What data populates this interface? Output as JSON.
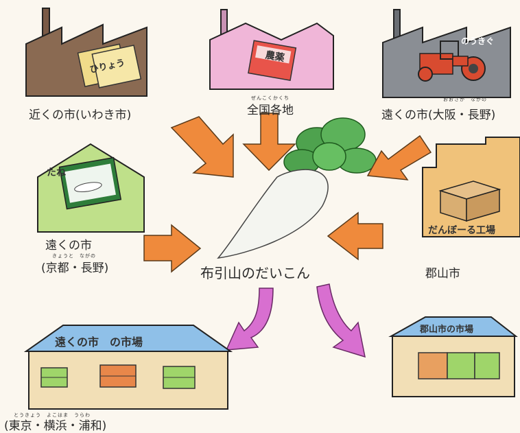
{
  "labels": {
    "top_left": "近くの市(いわき市)",
    "top_center": "全国各地",
    "top_center_ruby": "ぜんこくかくち",
    "top_right": "遠くの市(大阪・長野)",
    "top_right_ruby": "おおさか　ながの",
    "mid_left_line1": "遠くの市",
    "mid_left_line2": "(京都・長野)",
    "mid_left_ruby": "きょうと　ながの",
    "center": "布引山のだいこん",
    "mid_right": "郡山市",
    "bottom_left": "(東京・横浜・浦和)",
    "bottom_left_ruby": "とうきょう　よこはま　うらわ"
  },
  "signs": {
    "fertilizer_bag": "ひりょう",
    "pesticide_bag": "農薬",
    "tractor": "のうきぐ",
    "seeds": "たね",
    "cardboard_factory": "だんぼーる工場",
    "far_market": "遠くの市　の市場",
    "local_market": "郡山市の市場"
  },
  "colors": {
    "input_arrow": "#ef8a3c",
    "output_arrow": "#d86fd0",
    "building_brown": "#8a6a52",
    "building_pink": "#f0b6d8",
    "building_gray": "#8a8e94",
    "building_green": "#bfe08a",
    "building_tan": "#f0c27a",
    "market_roof": "#8fc0e8",
    "market_wall": "#f2dfb6"
  }
}
